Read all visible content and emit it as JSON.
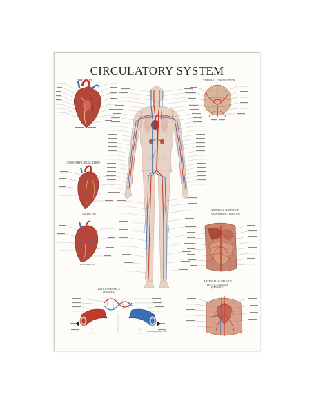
{
  "title": "CIRCULATORY SYSTEM",
  "sections": {
    "heart": "THE HEART",
    "cerebral": "CEREBRAL CIRCULATION",
    "coronary": "CORONARY CIRCULATION",
    "anterior_view": "ANTERIOR VIEW",
    "posterior_view": "POSTERIOR VIEW",
    "abdominal": "ARTERIAL SUPPLY OF ABDOMINAL ORGANS",
    "abdominal_l1": "ARTERIAL SUPPLY OF",
    "abdominal_l2": "ABDOMINAL ORGANS",
    "pelvic_l1": "ARTERIAL SUPPLY OF",
    "pelvic_l2": "PELVIC ORGANS",
    "pelvic_l3": "(FEMALE)",
    "vessels_l1": "BLOOD VESSELS",
    "vessels_l2": "(Tables)"
  },
  "footer": "anatomyposters.com",
  "colors": {
    "artery": "#c0392b",
    "vein": "#3a6fb5",
    "label": "#555555",
    "tissue": "#d9a08a"
  }
}
